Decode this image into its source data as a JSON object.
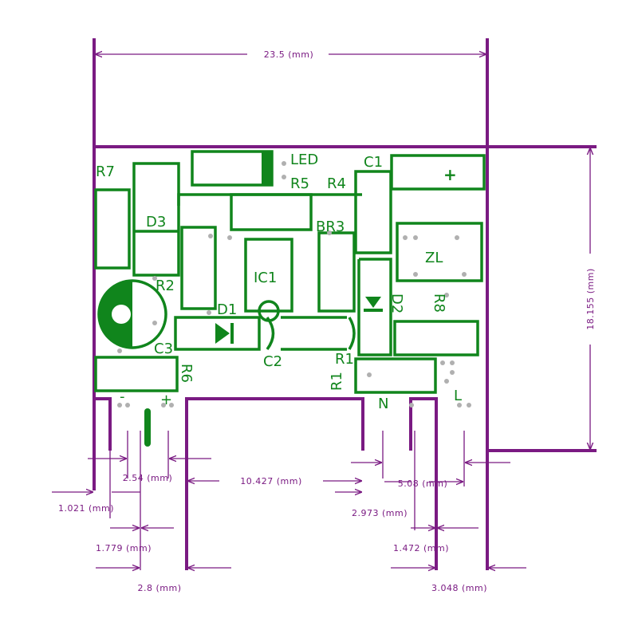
{
  "colors": {
    "outline": "#7a1a82",
    "copper": "#10851c",
    "pad": "#b0b0b0",
    "background": "#ffffff"
  },
  "dimensions": {
    "width": "23.5 (mm)",
    "height": "18.155 (mm)",
    "pin_pitch_left": "2.54 (mm)",
    "gap_middle": "10.427 (mm)",
    "pin_pitch_right": "5.08 (mm)",
    "d1021": "1.021 (mm)",
    "d2973": "2.973 (mm)",
    "d1779": "1.779 (mm)",
    "d1472": "1.472 (mm)",
    "d28": "2.8 (mm)",
    "d3048": "3.048 (mm)"
  },
  "labels": {
    "r7": "R7",
    "led": "LED",
    "r5": "R5",
    "r4": "R4",
    "c1": "C1",
    "d3": "D3",
    "br3": "BR3",
    "zl": "ZL",
    "ic1": "IC1",
    "r2": "R2",
    "d1": "D1",
    "d2": "D2",
    "r8": "R8",
    "c3": "C3",
    "c2": "C2",
    "r1a": "R1",
    "r1b": "R1",
    "r6": "R6",
    "n": "N",
    "l": "L",
    "plus_c1": "+",
    "minus": "-",
    "plus": "+"
  }
}
